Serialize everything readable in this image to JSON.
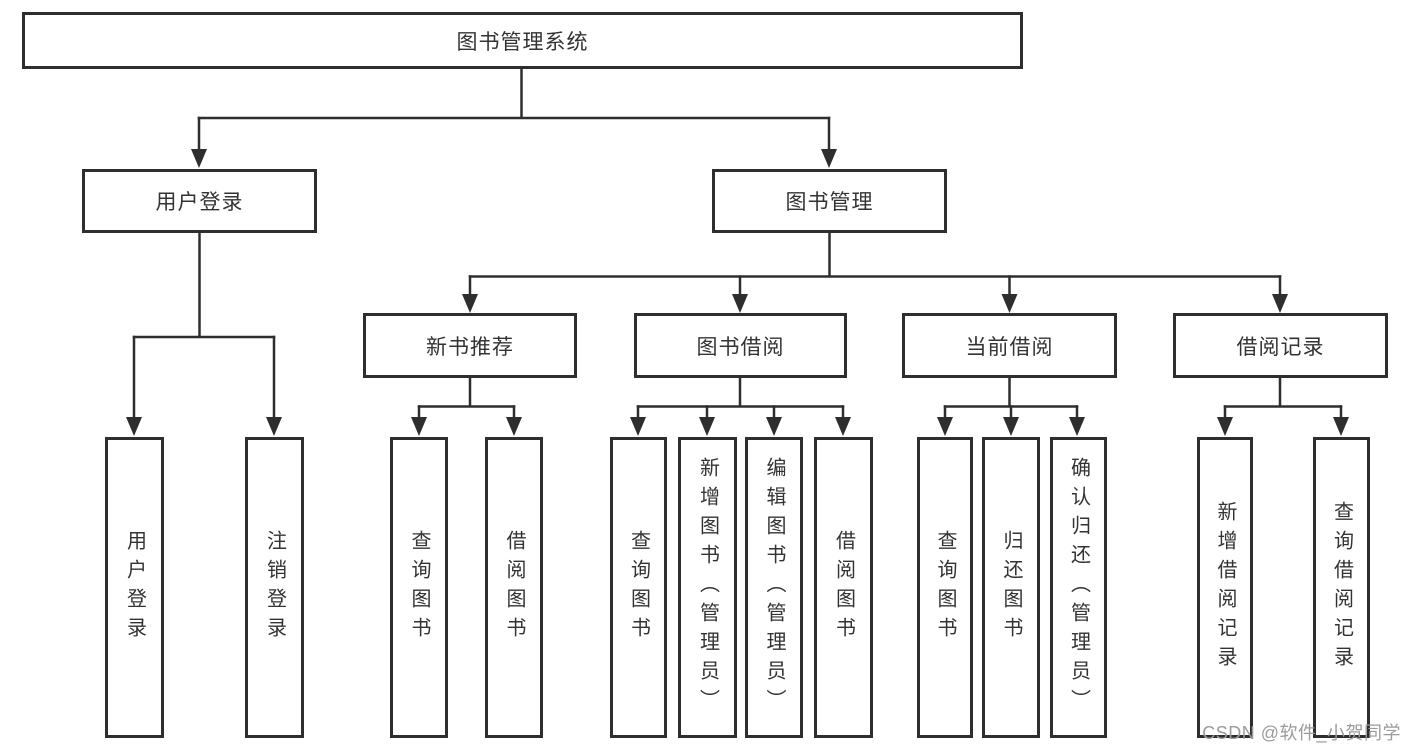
{
  "diagram": {
    "root": {
      "label": "图书管理系统"
    },
    "branches": [
      {
        "label": "用户登录",
        "children": [
          {
            "label": "用户登录"
          },
          {
            "label": "注销登录"
          }
        ]
      },
      {
        "label": "图书管理",
        "sections": [
          {
            "label": "新书推荐",
            "children": [
              {
                "label": "查询图书"
              },
              {
                "label": "借阅图书"
              }
            ]
          },
          {
            "label": "图书借阅",
            "children": [
              {
                "label": "查询图书"
              },
              {
                "label": "新增图书（管理员）"
              },
              {
                "label": "编辑图书（管理员）"
              },
              {
                "label": "借阅图书"
              }
            ]
          },
          {
            "label": "当前借阅",
            "children": [
              {
                "label": "查询图书"
              },
              {
                "label": "归还图书"
              },
              {
                "label": "确认归还（管理员）"
              }
            ]
          },
          {
            "label": "借阅记录",
            "children": [
              {
                "label": "新增借阅记录"
              },
              {
                "label": "查询借阅记录"
              }
            ]
          }
        ]
      }
    ]
  },
  "watermark": {
    "text": "CSDN @软件_小贺同学"
  },
  "colors": {
    "line": "#2e2e2e",
    "box_border": "#2e2e2e",
    "box_background": "#ffffff",
    "text": "#333333",
    "watermark": "#9b9b9b"
  }
}
